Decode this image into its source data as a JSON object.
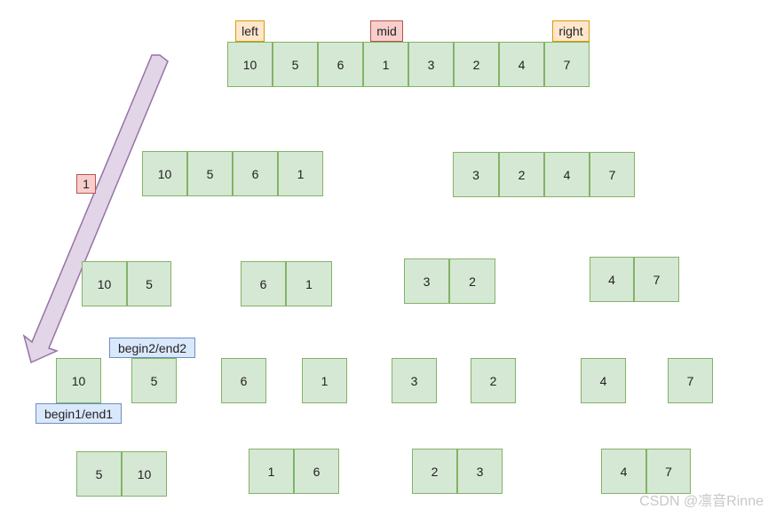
{
  "top": {
    "labels": {
      "left": "left",
      "mid": "mid",
      "right": "right"
    },
    "values": [
      "10",
      "5",
      "6",
      "1",
      "3",
      "2",
      "4",
      "7"
    ]
  },
  "level1": {
    "left": [
      "10",
      "5",
      "6",
      "1"
    ],
    "right": [
      "3",
      "2",
      "4",
      "7"
    ]
  },
  "level2": [
    [
      "10",
      "5"
    ],
    [
      "6",
      "1"
    ],
    [
      "3",
      "2"
    ],
    [
      "4",
      "7"
    ]
  ],
  "level3": [
    "10",
    "5",
    "6",
    "1",
    "3",
    "2",
    "4",
    "7"
  ],
  "merged": [
    [
      "5",
      "10"
    ],
    [
      "1",
      "6"
    ],
    [
      "2",
      "3"
    ],
    [
      "4",
      "7"
    ]
  ],
  "annotations": {
    "arrow_label": "1",
    "begin2_end2": "begin2/end2",
    "begin1_end1": "begin1/end1"
  },
  "colors": {
    "cell_fill": "#d5e8d4",
    "cell_border": "#82b366",
    "arrow_fill": "#e1d5e7",
    "arrow_border": "#9673a6"
  },
  "watermark": "CSDN @凛音Rinne"
}
